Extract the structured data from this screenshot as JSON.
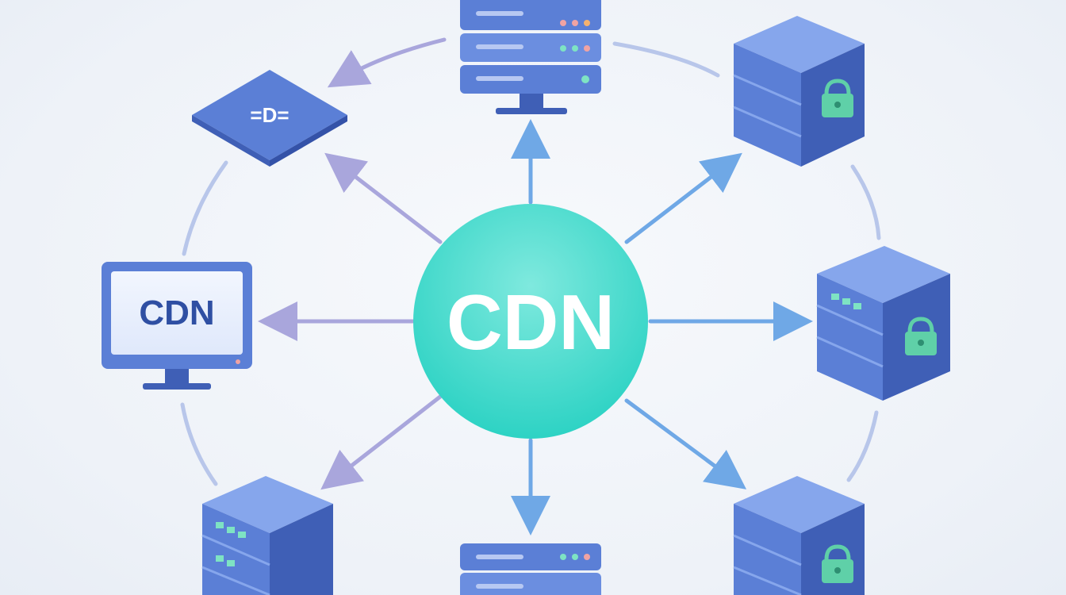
{
  "hub": {
    "label": "CDN",
    "gradient_top": "#62e3d6",
    "gradient_bottom": "#2ad4c4"
  },
  "monitor": {
    "screen_text": "CDN"
  },
  "router": {
    "glyph_text": "=D="
  },
  "colors": {
    "device_blue": "#5b7fd6",
    "device_blue_dark": "#3f5fb6",
    "device_blue_light": "#86a6ec",
    "lock_green": "#5fd0a8",
    "arrow_blue": "#6fa8e6",
    "arrow_lavender": "#a9a6dc",
    "ring_stroke": "#b9c4e6"
  },
  "icons": [
    "monitor-icon",
    "router-icon",
    "server-rack-icon",
    "server-cube-icon",
    "padlock-icon",
    "arrow-icon"
  ]
}
